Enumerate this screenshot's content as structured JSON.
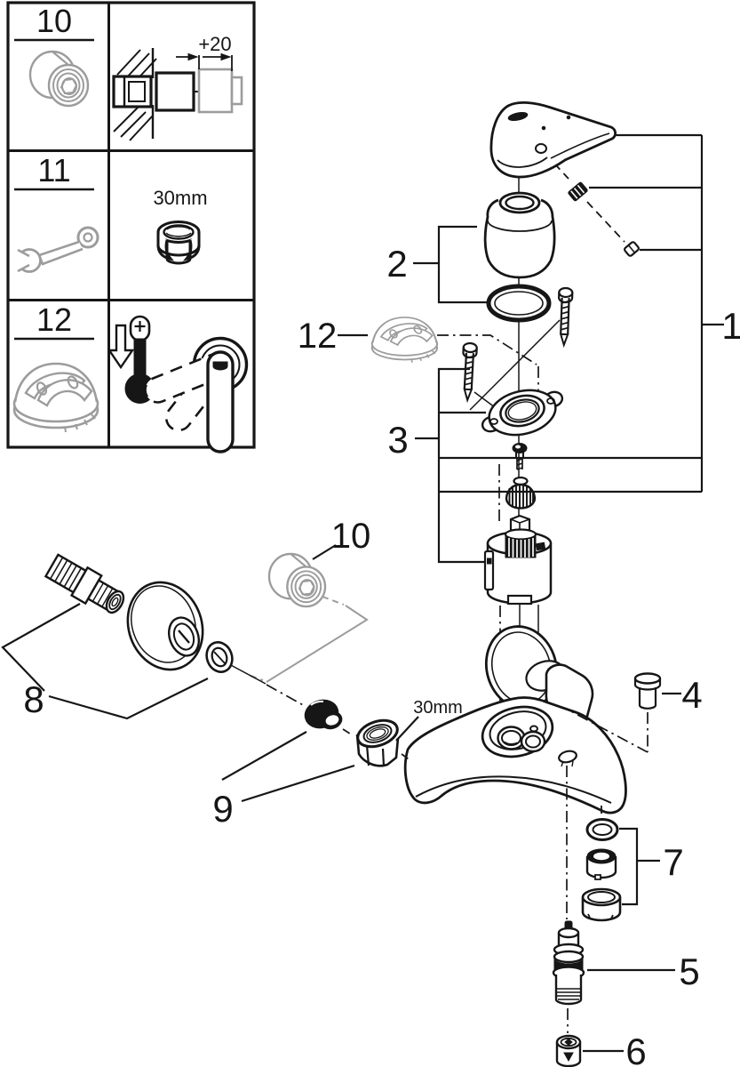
{
  "colors": {
    "ink": "#161616",
    "gray": "#9c9c9c",
    "background": "#ffffff"
  },
  "legend": {
    "rows": [
      {
        "number": "10",
        "note": "+20"
      },
      {
        "number": "11",
        "note": "30mm"
      },
      {
        "number": "12",
        "note": ""
      }
    ]
  },
  "diagram": {
    "callouts": {
      "1": "1",
      "2": "2",
      "3": "3",
      "4": "4",
      "5": "5",
      "6": "6",
      "7": "7",
      "8": "8",
      "9": "9",
      "10": "10",
      "12": "12"
    },
    "nut_size_label": "30mm"
  }
}
